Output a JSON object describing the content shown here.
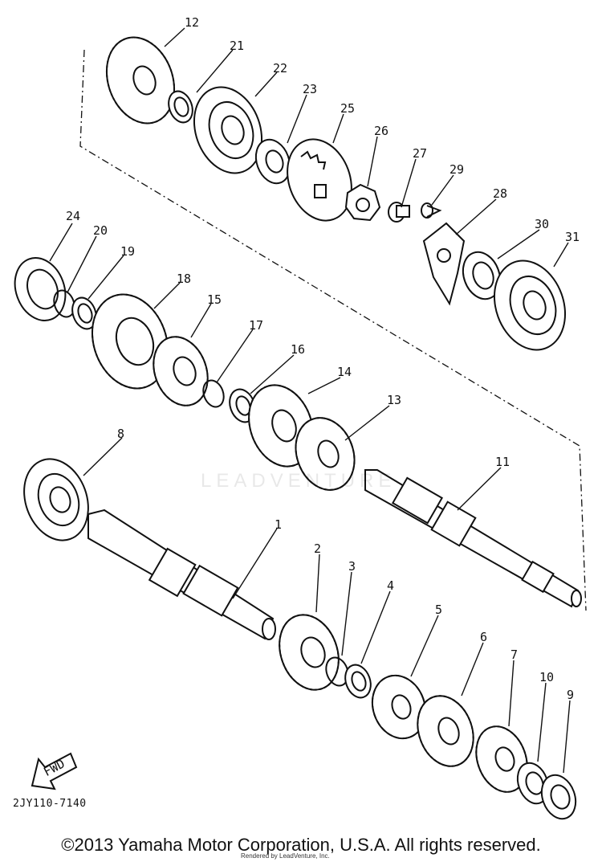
{
  "diagram": {
    "part_numbers": [
      "1",
      "2",
      "3",
      "4",
      "5",
      "6",
      "7",
      "8",
      "9",
      "10",
      "11",
      "12",
      "13",
      "14",
      "15",
      "16",
      "17",
      "18",
      "19",
      "20",
      "21",
      "22",
      "23",
      "24",
      "25",
      "26",
      "27",
      "28",
      "29",
      "30",
      "31"
    ],
    "fwd_label": "FWD",
    "drawing_code": "2JY110-7140",
    "watermark": "LEADVENTURE"
  },
  "footer": {
    "copyright": "©2013 Yamaha Motor Corporation, U.S.A. All rights reserved.",
    "rendered_by": "Rendered by LeadVenture, Inc."
  }
}
